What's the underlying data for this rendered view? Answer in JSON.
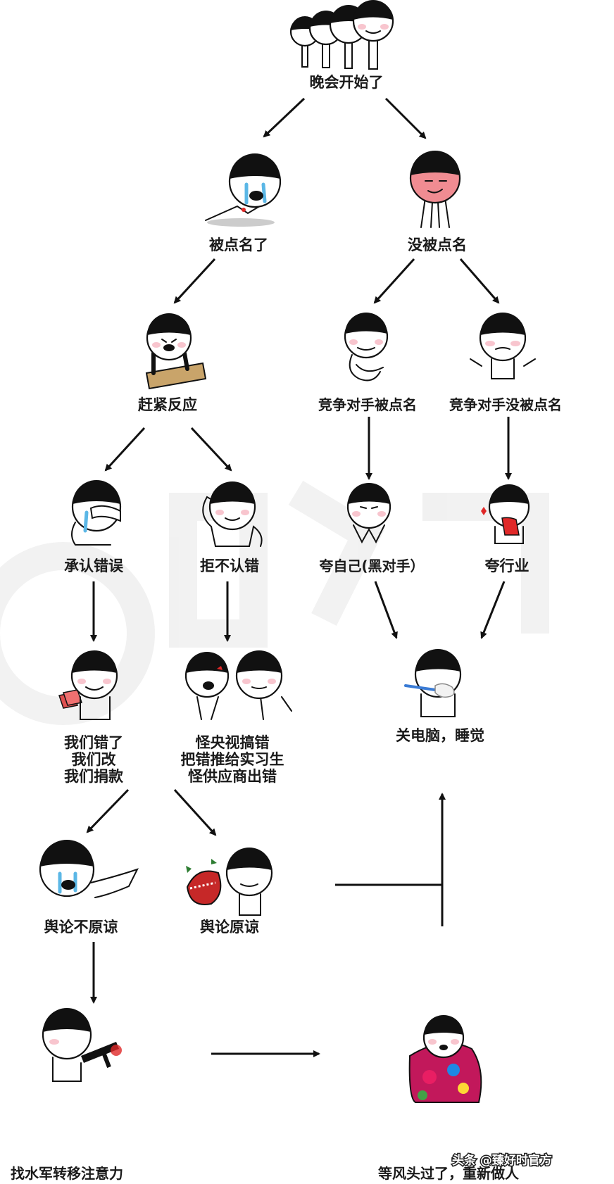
{
  "nodes": {
    "start": "晚会开始了",
    "called": "被点名了",
    "not_called": "没被点名",
    "react": "赶紧反应",
    "rival_called": "竞争对手被点名",
    "rival_not_called": "竞争对手没被点名",
    "admit": "承认错误",
    "deny": "拒不认错",
    "praise_self": "夸自己(黑对手）",
    "praise_industry": "夸行业",
    "sleep": "关电脑，睡觉",
    "apology": [
      "我们错了",
      "我们改",
      "我们捐款"
    ],
    "blame": [
      "怪央视搞错",
      "把错推给实习生",
      "怪供应商出错"
    ],
    "not_forgiven": "舆论不原谅",
    "forgiven": "舆论原谅",
    "trolls": "找水军转移注意力",
    "wait": "等风头过了，重新做人"
  },
  "watermark": "头条 @臻好时官方",
  "colors": {
    "ink": "#111111",
    "blush": "#f6b7c2",
    "tear": "#5bb7e6",
    "pink_face": "#f08c92",
    "blood": "#e02828"
  }
}
